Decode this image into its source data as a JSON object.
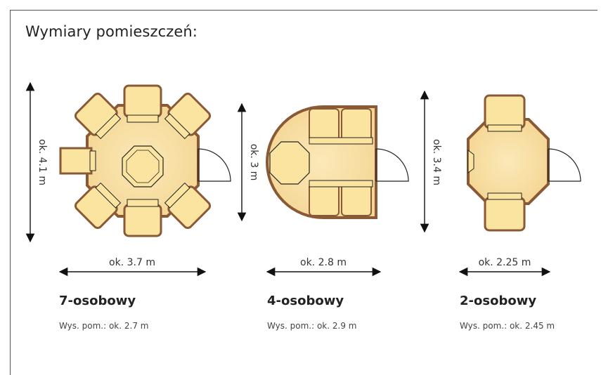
{
  "title": "Wymiary pomieszczeń:",
  "rooms": [
    {
      "name": "7-osobowy",
      "width_label": "ok. 3.7 m",
      "length_label": "ok. 4.1 m",
      "height_label": "Wys. pom.: ok. 2.7 m"
    },
    {
      "name": "4-osobowy",
      "width_label": "ok. 2.8 m",
      "length_label": "ok. 3 m",
      "height_label": "Wys. pom.: ok. 2.9 m"
    },
    {
      "name": "2-osobowy",
      "width_label": "ok. 2.25 m",
      "length_label": "ok. 3.4 m",
      "height_label": "Wys. pom.: ok. 2.45 m"
    }
  ],
  "colors": {
    "floor": "#f8e1a4",
    "seat": "#fbe3a0",
    "wall": "#8a5a36",
    "line": "#222222"
  }
}
